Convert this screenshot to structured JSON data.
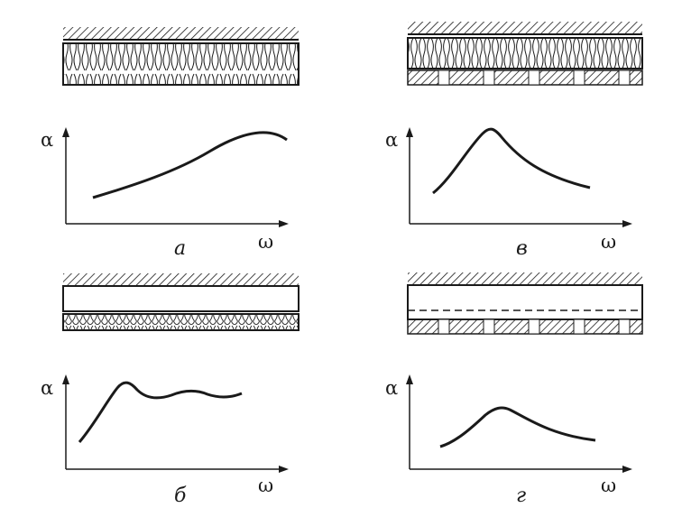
{
  "panels": [
    {
      "id": "a",
      "letter": "а",
      "y_label": "α",
      "x_label": "ω",
      "construction": "porous-layer-on-wall"
    },
    {
      "id": "b",
      "letter": "б",
      "y_label": "α",
      "x_label": "ω",
      "construction": "porous-layer-with-air-gap"
    },
    {
      "id": "v",
      "letter": "в",
      "y_label": "α",
      "x_label": "ω",
      "construction": "porous-layer-with-perforated-panel"
    },
    {
      "id": "g",
      "letter": "г",
      "y_label": "α",
      "x_label": "ω",
      "construction": "perforated-panel-with-air-gap"
    }
  ],
  "colors": {
    "ink": "#1a1a1a",
    "background": "#ffffff"
  }
}
